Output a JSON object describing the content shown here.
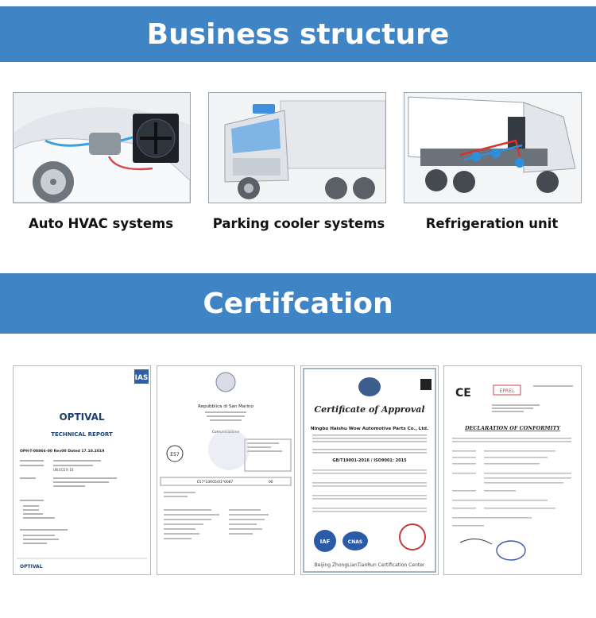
{
  "sections": {
    "business": {
      "title": "Business structure"
    },
    "certification": {
      "title": "Certifcation"
    }
  },
  "business_items": [
    {
      "caption": "Auto HVAC systems",
      "image": "car-hvac-illustration"
    },
    {
      "caption": "Parking cooler systems",
      "image": "truck-cab-cooler-illustration"
    },
    {
      "caption": "Refrigeration unit",
      "image": "refrigerated-truck-illustration"
    }
  ],
  "certificates": {
    "optival": {
      "badge": "IAS",
      "logo": "OPTIVAL",
      "subtitle": "TECHNICAL REPORT",
      "ref": "OPH-T-00866-00   Rev00   Dated  17.10.2019",
      "regulatory": "UN ECE R 10",
      "footer_logo": "OPTIVAL"
    },
    "sanmarino": {
      "heading": "Repubblica di San Marino",
      "mark": "E57",
      "approval_no": "E57*10R05/01*0087",
      "ext": "00",
      "section": "Comunicazione"
    },
    "approval": {
      "title": "Certificate of Approval",
      "company": "Ningbo Haishu Wow Automotive Parts Co., Ltd.",
      "standard": "GB/T19001-2016 / ISO9001: 2015",
      "logos": [
        "IAF",
        "CNAS"
      ],
      "footer": "Beijing ZhongLianTianRun Certification Center"
    },
    "doc": {
      "mark": "CE",
      "stamp": "EPREL",
      "title": "DECLARATION OF CONFORMITY"
    }
  },
  "colors": {
    "banner": "#3f85c5",
    "text": "#111111"
  }
}
